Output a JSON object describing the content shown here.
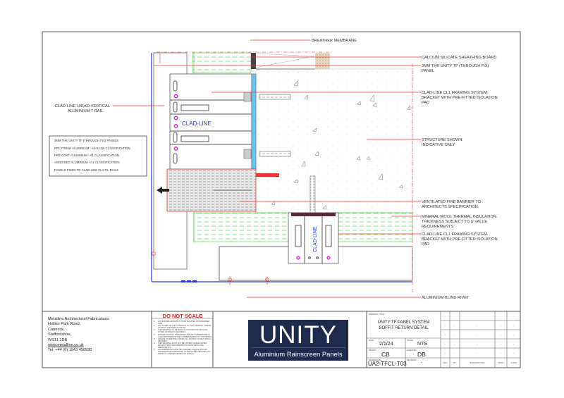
{
  "labels": {
    "breather": "BREATHER MEMBRANE",
    "calcium": "CALCIUM SILICATE SHEATHING BOARD",
    "panel": [
      "3MM THK UNITY TF (THROUGH FIX)",
      "PANEL"
    ],
    "framing_top": [
      "CLAD-LINE CL1 FRAMING SYSTEM.",
      "BRACKET WITH PRE-FITTED ISOLATION",
      "PAD"
    ],
    "structure": [
      "STRUCTURE SHOWN",
      "INDICATIVE ONLY"
    ],
    "fire_barrier": [
      "VENTILATED FIRE BARRIER TO",
      "ARCHITECTS SPECIFICATION"
    ],
    "mineral_wool": [
      "MINERAL WOOL THERMAL INSULATION.",
      "THICKNESS SUBJECT TO U VALUE",
      "REQUIREMENTS"
    ],
    "framing_bottom": [
      "CLAD-LINE CL1 FRAMING SYSTEM.",
      "BRACKET WITH PRE-FITTED ISOLATION",
      "PAD"
    ],
    "rivet": "ALUMINIUM BLIND RIVET",
    "t_rail": [
      "CLAD-LINE 100x60 VERTICAL",
      "ALUMINIUM T RAIL"
    ],
    "bracket_brand": "CLAD-LINE",
    "bracket_brand_2": "CLAD-LINE"
  },
  "spec_box": [
    "3MM THK UNITY TF (THROUGH FIX) PANELS",
    "PPC FINISH ALUMINIUM - A2-S1,D0 CLASSIFICATION",
    "PRE-COAT ALUMINIUM - A1 CLASSIFICATION",
    "ANODISED ALUMINIUM - A1 CLASSIFICATION",
    "PANELS FIXED TO CLAD-LINE CL1 T/L RAILS"
  ],
  "company": {
    "name": "Metalline Architectural Fabrications",
    "address": [
      "Hollies Park Road,",
      "Cannock,",
      "Staffordshire,",
      "WS11 1DB"
    ],
    "website": "www.metalline.co.uk",
    "phone": "Tel: +44 (0) 1543 456930"
  },
  "notes": {
    "heading": "DO NOT SCALE",
    "items": [
      {
        "n": "1.",
        "t": "ANY DISSIMILAR METALS TO BE ISOLATED WITH BARRIER TAPE."
      },
      {
        "n": "2.",
        "t": "ANY DOUBT OF THE CONTENTS OF THIS DRAWING PLEASE CONTACT THE DESIGN OFFICE."
      },
      {
        "n": "3.",
        "t": "THIS DRAWING TO BE READ IN CONJUNCTION WITH ALL OTHER CONTRACT DRAWINGS."
      },
      {
        "n": "4.",
        "t": "ENSURE THAT ALL STEELWORK AND ANY TIMBERWORK IS CHECKED PRIOR TO THE COMMENCEMENT OF OUR WORKS."
      },
      {
        "n": "5.",
        "t": "UNLESS OTHERWISE STATED, ALL FIXINGS TO BE AT 450mm CENTRES."
      },
      {
        "n": "6.",
        "t": "THIS DRAWING MUST NOT BE COPIED OR REPLICATED WITHOUT WRITTEN PERMISSION FROM METALLINE SERVICES LTD."
      },
      {
        "n": "7.",
        "t": "ALL DIMENSIONS MUST BE CHECKED ON SITE AND ANY DISCREPANCIES REPORTED TO METALLINE SERVICES LTD PRIOR TO COMMENCEMENT OF WORKS."
      }
    ]
  },
  "logo": {
    "title": "UNITY",
    "subtitle": "Aluminium Rainscreen Panels",
    "bg": "#1f2b4d",
    "accent": "#d0122a"
  },
  "title_block": {
    "drawing_title_label": "DRAWING TITLE",
    "drawing_title": [
      "UNITY TF PANEL SYSTEM",
      "SOFFIT RETURN DETAIL"
    ],
    "date_label": "DATE",
    "date": "2/1/24",
    "scale_label": "SCALE",
    "scale": "NTS",
    "drawn_label": "DRAWN",
    "drawn": "CB",
    "checked_label": "CHECKED",
    "checked": "DB",
    "drawing_no_label": "DRAWING No.",
    "drawing_no": "UA2-TFCL-T03",
    "revision_label": "REVISION",
    "revision": "-"
  },
  "revision_table": {
    "headers": [
      "REV",
      "BY",
      "DESCRIPTION",
      "DATE",
      "CHKD"
    ],
    "rows": [
      [
        "-",
        "-",
        "-",
        "-",
        "-"
      ],
      [
        "-",
        "-",
        "-",
        "-",
        "-"
      ],
      [
        "-",
        "-",
        "-",
        "-",
        "-"
      ],
      [
        "-",
        "-",
        "-",
        "-",
        "-"
      ],
      [
        "-",
        "-",
        "-",
        "-",
        "-"
      ]
    ]
  }
}
